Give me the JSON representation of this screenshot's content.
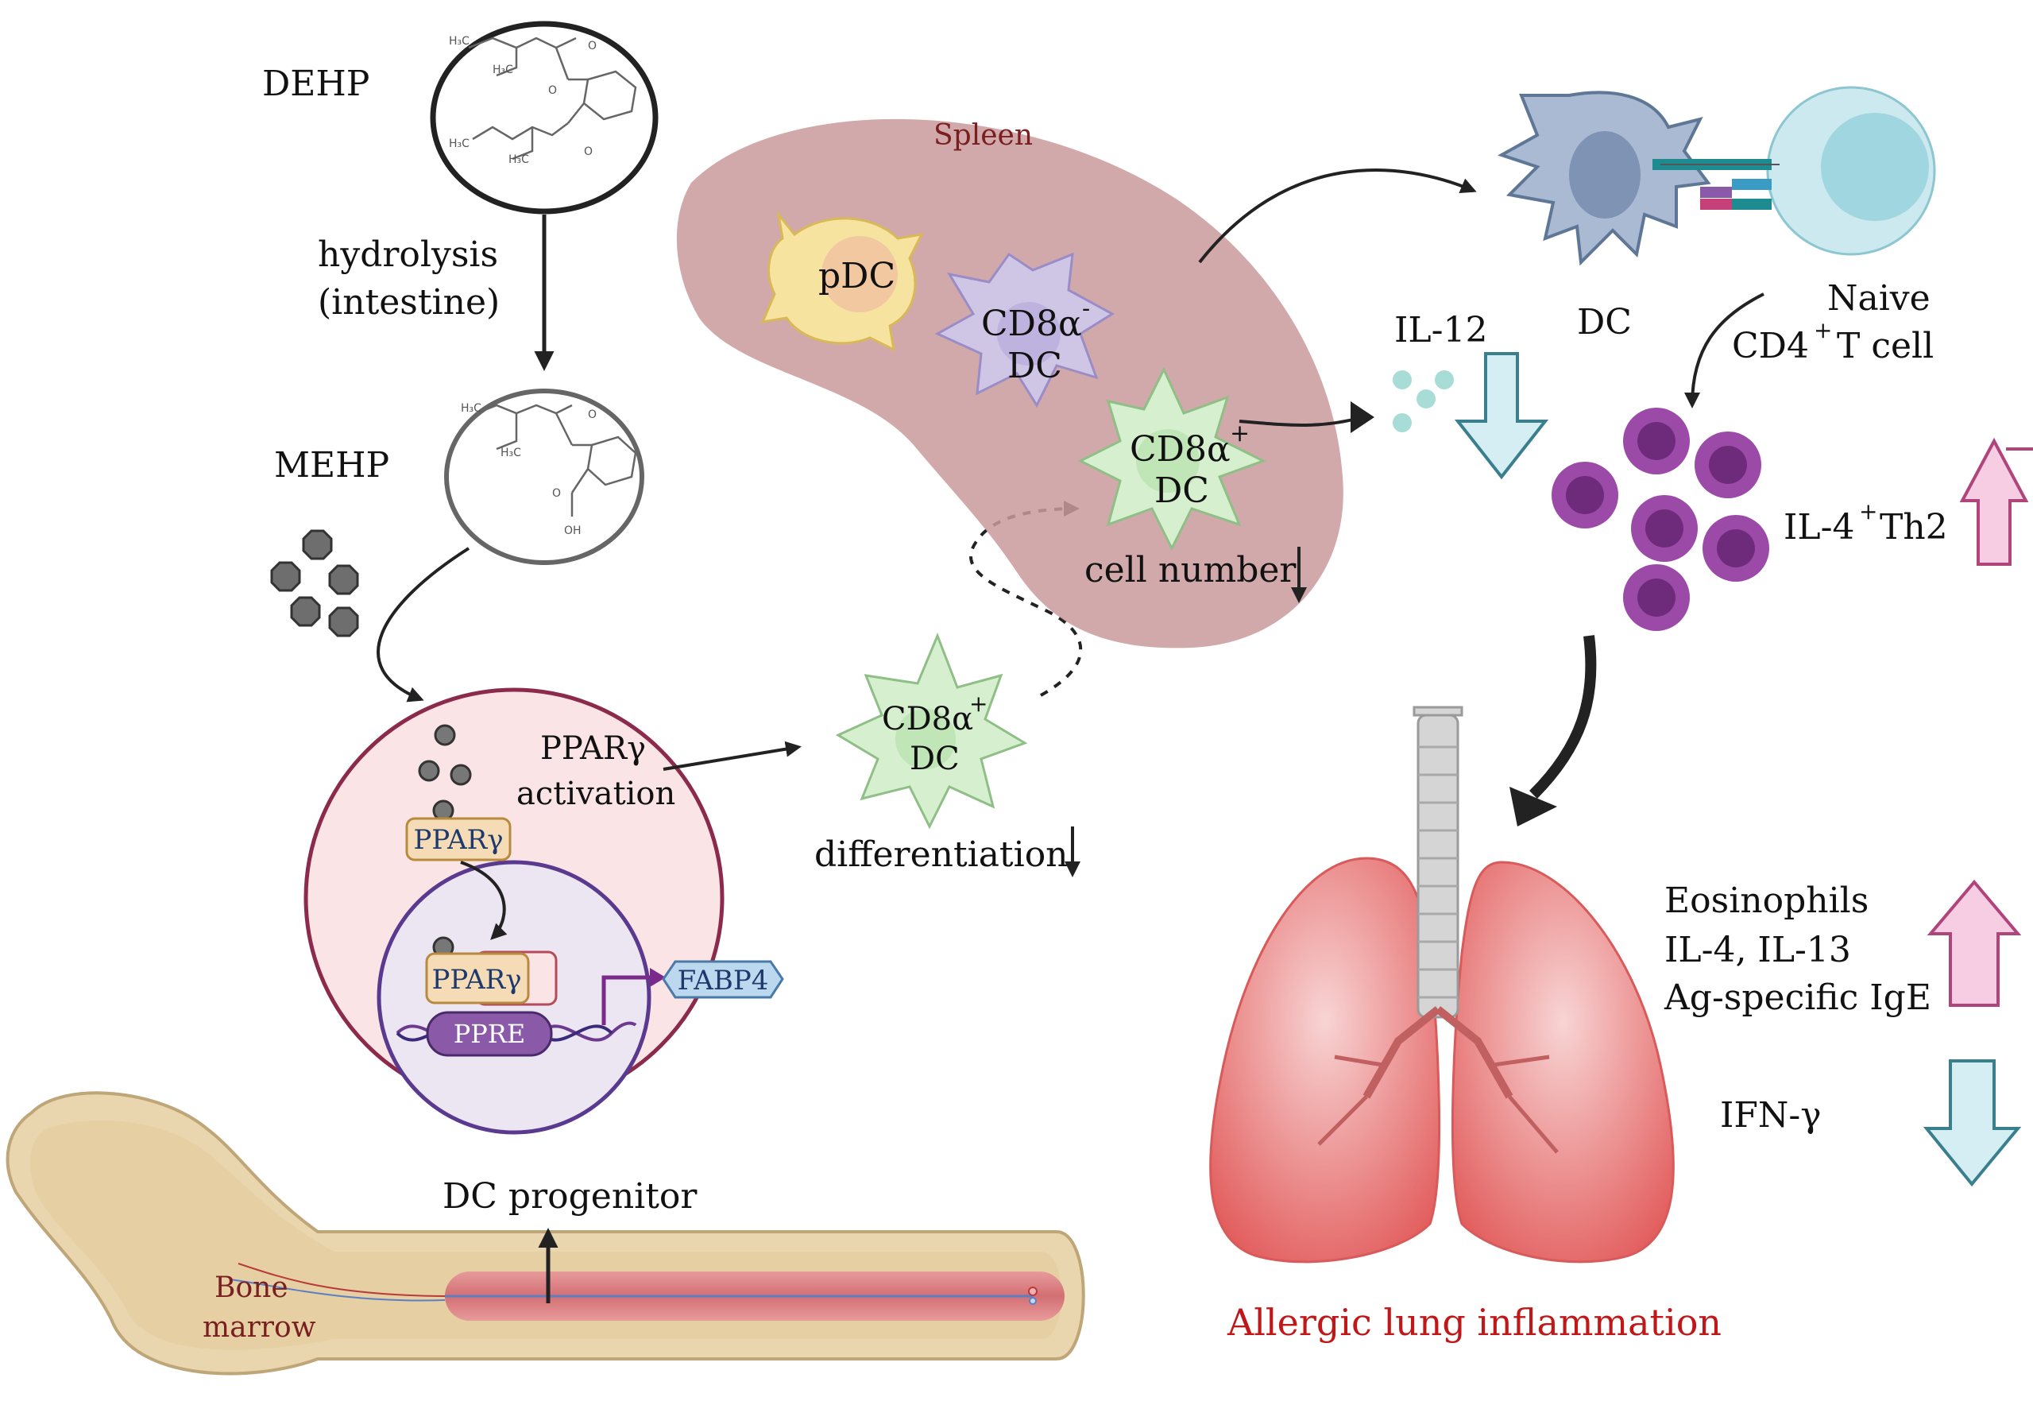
{
  "colors": {
    "spleen": "#c99a9c",
    "spleen_label": "#7a1f1f",
    "lung": "#e96b6b",
    "title_red": "#c01818",
    "up_arrow_pink": "#f7cde4",
    "up_arrow_stroke": "#b0457b",
    "down_arrow_blue": "#d5eef4",
    "down_arrow_stroke": "#3a7f8e",
    "progenitor_fill": "#fbe4e6",
    "progenitor_stroke": "#8b2a4b",
    "nucleus_stroke": "#5a3a8f",
    "pparg_fill": "#f5dcb6",
    "ppre_fill": "#8a5aa8",
    "fabp4_fill": "#bcd8ee",
    "cd8pos_fill": "#d6f0cf",
    "cd8neg_fill": "#cfc6e6",
    "pdc_fill": "#f7e3a0",
    "th2_fill": "#9c4aa8"
  },
  "chemistry": {
    "dehp_label": "DEHP",
    "hydrolysis": "hydrolysis",
    "intestine": "(intestine)",
    "mehp_label": "MEHP",
    "atom_ch3": "H₃C",
    "atom_o": "O",
    "atom_oh": "OH"
  },
  "progenitor": {
    "pparg_activation_1": "PPARγ",
    "pparg_activation_2": "activation",
    "pparg_cyto": "PPARγ",
    "pparg_nuc": "PPARγ",
    "ppre": "PPRE",
    "fabp4": "FABP4",
    "label": "DC progenitor"
  },
  "differentiation": {
    "cell_line1": "CD8α",
    "cell_sup": "+",
    "cell_line2": "DC",
    "label": "differentiation"
  },
  "spleen": {
    "title": "Spleen",
    "pdc": "pDC",
    "cd8neg_line1": "CD8α",
    "cd8neg_sup": "-",
    "cd8neg_line2": "DC",
    "cd8pos_line1": "CD8α",
    "cd8pos_sup": "+",
    "cd8pos_line2": "DC",
    "cell_number": "cell number"
  },
  "cytokine": {
    "il12": "IL-12"
  },
  "tcell": {
    "dc": "DC",
    "naive": "Naive",
    "cd4_line": "CD4",
    "cd4_sup": "+",
    "tcell": " T cell",
    "th2_pre": "IL-4",
    "th2_sup": "+",
    "th2_post": " Th2"
  },
  "lung": {
    "eosinophils": "Eosinophils",
    "il4_il13": "IL-4, IL-13",
    "ige": "Ag-specific IgE",
    "ifng": "IFN-γ",
    "title": "Allergic lung inflammation"
  },
  "bone": {
    "line1": "Bone",
    "line2": "marrow"
  }
}
